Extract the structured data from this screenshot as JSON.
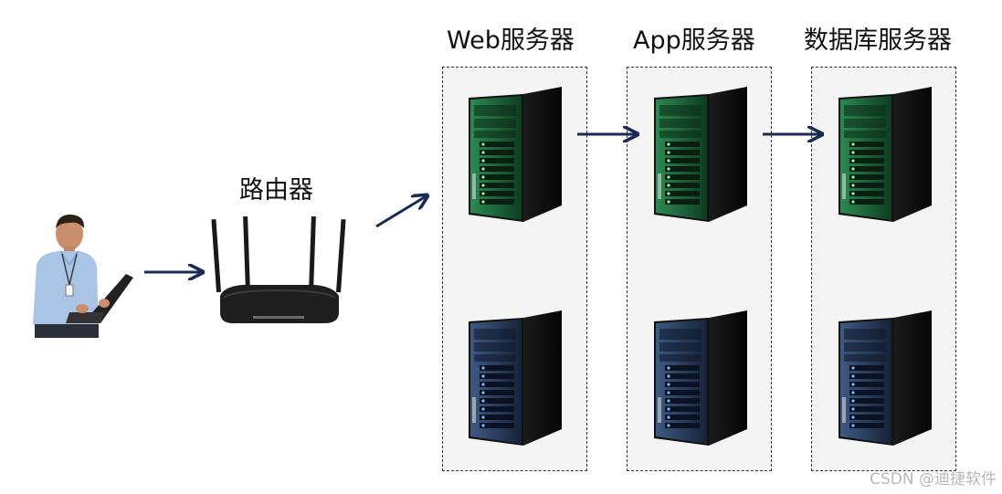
{
  "labels": {
    "router": "路由器",
    "web": "Web服务器",
    "app": "App服务器",
    "db": "数据库服务器"
  },
  "watermark": "CSDN @迪捷软件",
  "icons": {
    "user": "person-with-laptop-icon",
    "router": "wifi-router-icon",
    "server": "tower-server-icon",
    "arrow": "arrow-right-icon"
  },
  "colors": {
    "arrow": "#1b2a52",
    "server_green": "#1f6b3c",
    "server_blue": "#2a3d5c",
    "box_border": "#333333",
    "box_fill": "#f4f4f4"
  }
}
